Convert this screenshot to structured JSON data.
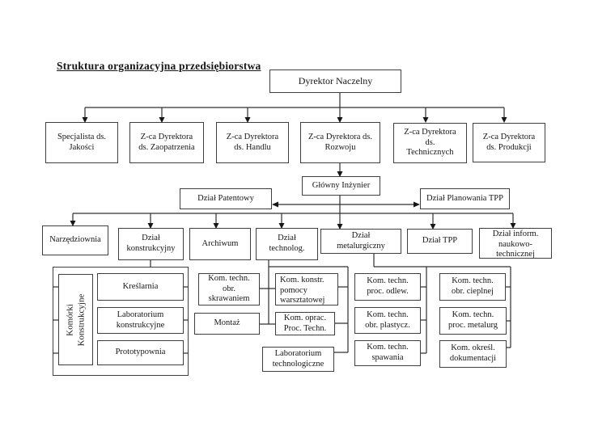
{
  "title": "Struktura organizacyjna przedsiębiorstwa",
  "nodes": {
    "dyrektor_naczelny": "Dyrektor Naczelny",
    "specjalista_jakosci": "Specjalista ds.\nJakości",
    "zca_zaopatrzenia": "Z-ca Dyrektora\nds. Zaopatrzenia",
    "zca_handlu": "Z-ca Dyrektora\nds. Handlu",
    "zca_rozwoju": "Z-ca Dyrektora ds.\nRozwoju",
    "zca_technicznych": "Z-ca Dyrektora\nds.\nTechnicznych",
    "zca_produkcji": "Z-ca Dyrektora\nds. Produkcji",
    "glowny_inzynier": "Główny Inżynier",
    "dzial_patentowy": "Dział Patentowy",
    "dzial_planowania_tpp": "Dział Planowania TPP",
    "narzedziownia": "Narzędziownia",
    "dzial_konstrukcyjny": "Dział\nkonstrukcyjny",
    "archiwum": "Archiwum",
    "dzial_technolog": "Dział\ntechnolog.",
    "dzial_metalurgiczny": "Dział\nmetalurgiczny",
    "dzial_tpp": "Dział TPP",
    "dzial_inform": "Dział inform.\nnaukowo-\ntechnicznej",
    "komorki_konstrukcyjne": "Komórki\nKonstrukcyjne",
    "kreslarnia": "Kreślarnia",
    "laboratorium_konstrukcyjne": "Laboratorium\nkonstrukcyjne",
    "prototypownia": "Prototypownia",
    "kom_techn_obr_skrawaniem": "Kom. techn.\nobr.\nskrawaniem",
    "montaz": "Montaż",
    "kom_konstr_pomocy_warsztatowej": "Kom. konstr.\npomocy\nwarsztatowej",
    "kom_oprac_proc_techn": "Kom. oprac.\nProc. Techn.",
    "laboratorium_technologiczne": "Laboratorium\ntechnologiczne",
    "kom_techn_proc_odlew": "Kom. techn.\nproc. odlew.",
    "kom_techn_obr_plastycz": "Kom. techn.\nobr. plastycz.",
    "kom_techn_spawania": "Kom. techn.\nspawania",
    "kom_techn_obr_cieplnej": "Kom. techn.\nobr. cieplnej",
    "kom_techn_proc_metalurg": "Kom. techn.\nproc. metalurg",
    "kom_okresl_dokumentacji": "Kom. określ.\ndokumentacji"
  },
  "hierarchy": {
    "dyrektor_naczelny": [
      "specjalista_jakosci",
      "zca_zaopatrzenia",
      "zca_handlu",
      "zca_rozwoju",
      "zca_technicznych",
      "zca_produkcji"
    ],
    "zca_rozwoju": [
      "glowny_inzynier"
    ],
    "glowny_inzynier": [
      "dzial_patentowy",
      "dzial_planowania_tpp",
      "narzedziownia",
      "dzial_konstrukcyjny",
      "archiwum",
      "dzial_technolog",
      "dzial_metalurgiczny",
      "dzial_tpp",
      "dzial_inform"
    ],
    "dzial_konstrukcyjny": [
      "komorki_konstrukcyjne",
      "kreslarnia",
      "laboratorium_konstrukcyjne",
      "prototypownia"
    ],
    "dzial_technolog": [
      "kom_techn_obr_skrawaniem",
      "montaz",
      "kom_konstr_pomocy_warsztatowej",
      "kom_oprac_proc_techn",
      "laboratorium_technologiczne"
    ],
    "dzial_metalurgiczny": [
      "kom_techn_proc_odlew",
      "kom_techn_obr_plastycz",
      "kom_techn_spawania",
      "kom_techn_obr_cieplnej",
      "kom_techn_proc_metalurg",
      "kom_okresl_dokumentacji"
    ]
  }
}
